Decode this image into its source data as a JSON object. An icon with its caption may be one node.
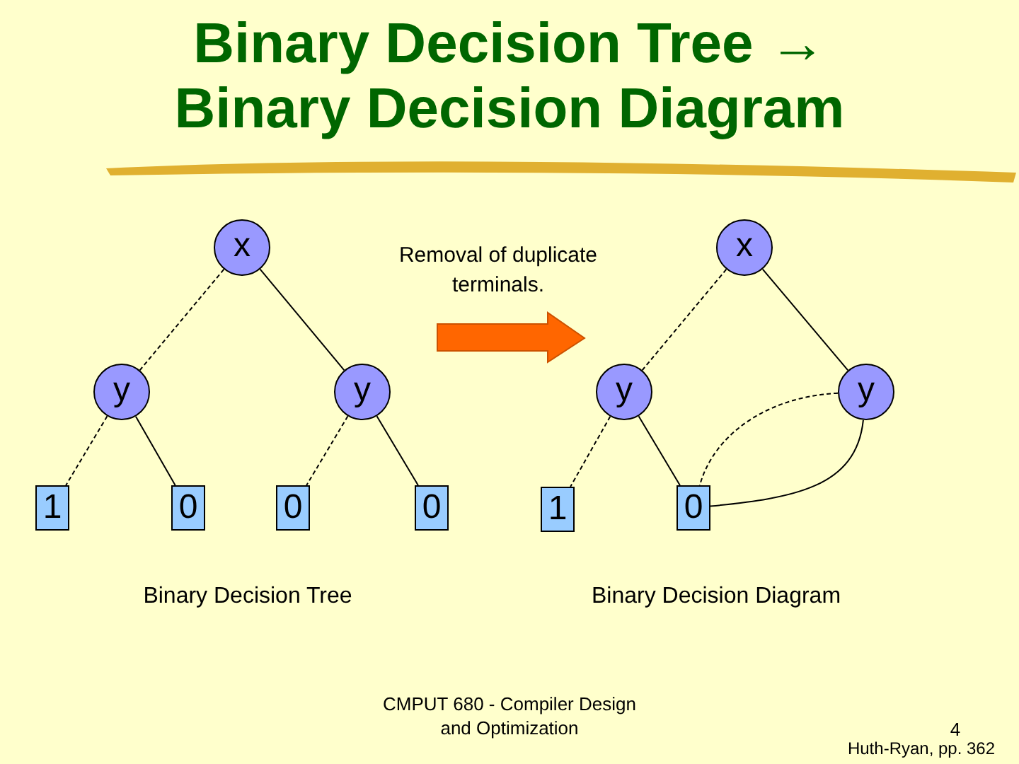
{
  "diagram": {
    "title": "Binary Decision Tree → Binary Decision Diagram",
    "nodes": [
      {
        "text": [
          "x"
        ]
      },
      {
        "text": [
          "y"
        ]
      },
      {
        "text": [
          "y"
        ]
      },
      {
        "text": [
          "1"
        ]
      },
      {
        "text": [
          "0"
        ]
      },
      {
        "text": [
          "0"
        ]
      },
      {
        "text": [
          "0"
        ]
      },
      {
        "text": [
          "x"
        ]
      },
      {
        "text": [
          "y"
        ]
      },
      {
        "text": [
          "y"
        ]
      },
      {
        "text": [
          "1"
        ]
      },
      {
        "text": [
          "0"
        ]
      }
    ],
    "edges": [
      {
        "from": 0,
        "to": 1,
        "arrow": "none",
        "style": "dashed"
      },
      {
        "from": 0,
        "to": 2,
        "arrow": "none"
      },
      {
        "from": 1,
        "to": 3,
        "arrow": "none",
        "style": "dashed"
      },
      {
        "from": 1,
        "to": 4,
        "arrow": "none"
      },
      {
        "from": 2,
        "to": 5,
        "arrow": "none",
        "style": "dashed"
      },
      {
        "from": 2,
        "to": 6,
        "arrow": "none"
      },
      {
        "from": 7,
        "to": 8,
        "arrow": "none",
        "style": "dashed"
      },
      {
        "from": 7,
        "to": 9,
        "arrow": "none"
      },
      {
        "from": 8,
        "to": 10,
        "arrow": "none",
        "style": "dashed"
      },
      {
        "from": 8,
        "to": 11,
        "arrow": "none"
      },
      {
        "from": 9,
        "to": 11,
        "arrow": "none",
        "style": "dashed"
      },
      {
        "from": 9,
        "to": 11,
        "arrow": "none"
      }
    ],
    "labels": [
      "Removal of duplicate terminals.",
      "Binary Decision Tree",
      "Binary Decision Diagram",
      "CMPUT 680 - Compiler Design and Optimization",
      "4",
      "Huth-Ryan, pp. 362"
    ]
  }
}
